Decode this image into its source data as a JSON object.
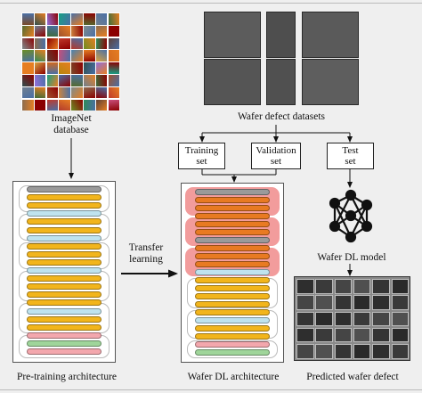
{
  "imagenet": {
    "line1": "ImageNet",
    "line2": "database"
  },
  "wafer_datasets": {
    "label": "Wafer defect datasets"
  },
  "splits": [
    {
      "line1": "Training",
      "line2": "set"
    },
    {
      "line1": "Validation",
      "line2": "set"
    },
    {
      "line1": "Test",
      "line2": "set"
    }
  ],
  "transfer": {
    "line1": "Transfer",
    "line2": "learning"
  },
  "model": {
    "label": "Wafer DL model"
  },
  "captions": {
    "pretraining": "Pre-training architecture",
    "wafer_arch": "Wafer DL architecture",
    "predicted": "Predicted wafer defect"
  },
  "colors": {
    "yellow": "#f2b51c",
    "gray": "#9a9a9a",
    "lightblue": "#bfe3ee",
    "pink": "#f3a7ad",
    "green": "#9fd59a",
    "orange": "#e87a22",
    "frozen_group": "#f29c9c"
  }
}
